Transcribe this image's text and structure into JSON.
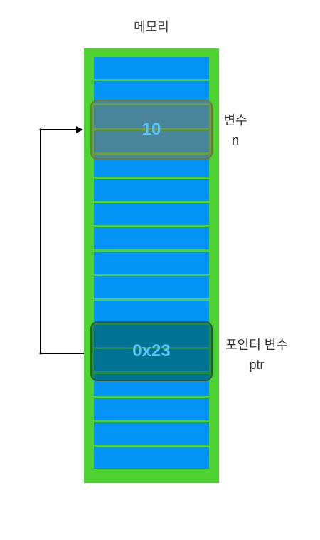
{
  "title": "메모리",
  "variable_n": {
    "label_line1": "변수",
    "label_line2": "n",
    "value": "10"
  },
  "pointer_ptr": {
    "label_line1": "포인터 변수",
    "label_line2": "ptr",
    "value": "0x23"
  },
  "colors": {
    "frame": "#4fd132",
    "cell": "#0394f5",
    "value_text": "#5bc3f5",
    "arrow": "#000000"
  },
  "cell_count": 17
}
